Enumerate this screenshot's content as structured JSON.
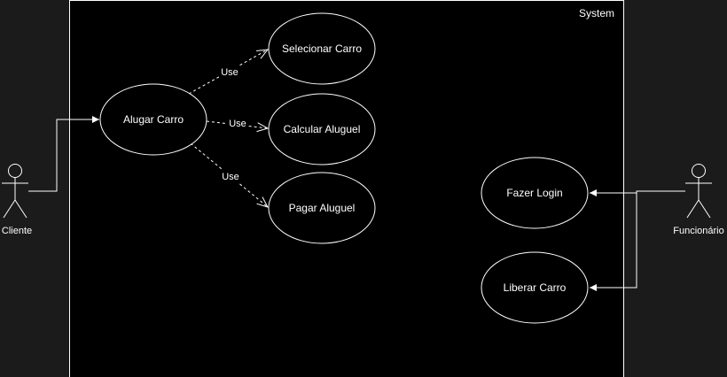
{
  "system": {
    "title": "System"
  },
  "actors": {
    "cliente": {
      "label": "Cliente"
    },
    "funcionario": {
      "label": "Funcionário"
    }
  },
  "use_cases": {
    "alugar_carro": "Alugar Carro",
    "selecionar_carro": "Selecionar Carro",
    "calcular_aluguel": "Calcular Aluguel",
    "pagar_aluguel": "Pagar Aluguel",
    "fazer_login": "Fazer Login",
    "liberar_carro": "Liberar Carro"
  },
  "relations": {
    "use_1": "Use",
    "use_2": "Use",
    "use_3": "Use"
  },
  "colors": {
    "canvas_background": "#1b1b1b",
    "system_fill": "#000000",
    "stroke": "#ffffff",
    "text": "#ffffff"
  }
}
